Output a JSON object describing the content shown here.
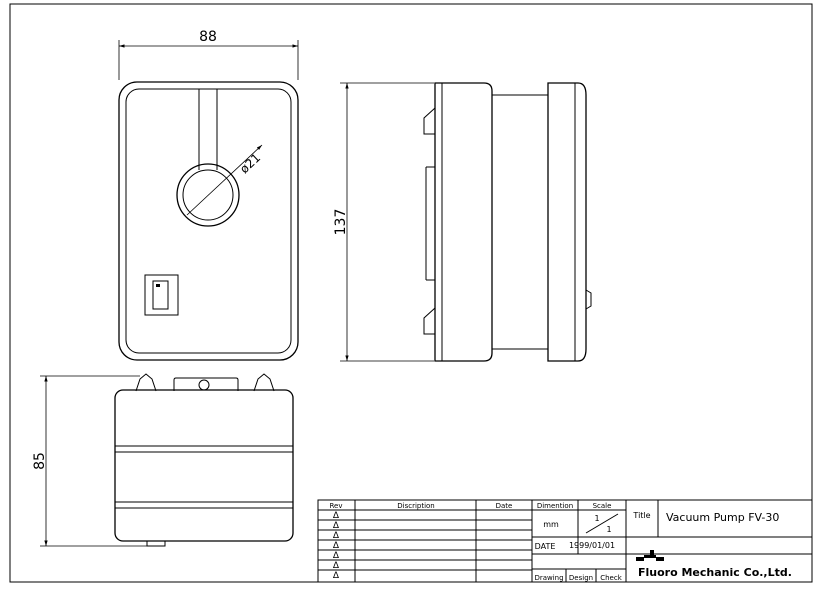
{
  "dimensions": {
    "width": "88",
    "diameter": "ø21",
    "height_side": "137",
    "height_bottom": "85"
  },
  "title_block": {
    "rev_header": "Rev",
    "description_header": "Discription",
    "date_header": "Date",
    "dimension_header": "Dimention",
    "dimension_unit": "mm",
    "scale_header": "Scale",
    "scale_numerator": "1",
    "scale_denominator": "1",
    "date_label": "DATE",
    "date_value": "1999/01/01",
    "title_label": "Title",
    "title_value": "Vacuum Pump FV-30",
    "company": "Fluoro Mechanic Co.,Ltd.",
    "drawing_label": "Drawing",
    "design_label": "Design",
    "check_label": "Check",
    "rev_marker": "Δ"
  }
}
